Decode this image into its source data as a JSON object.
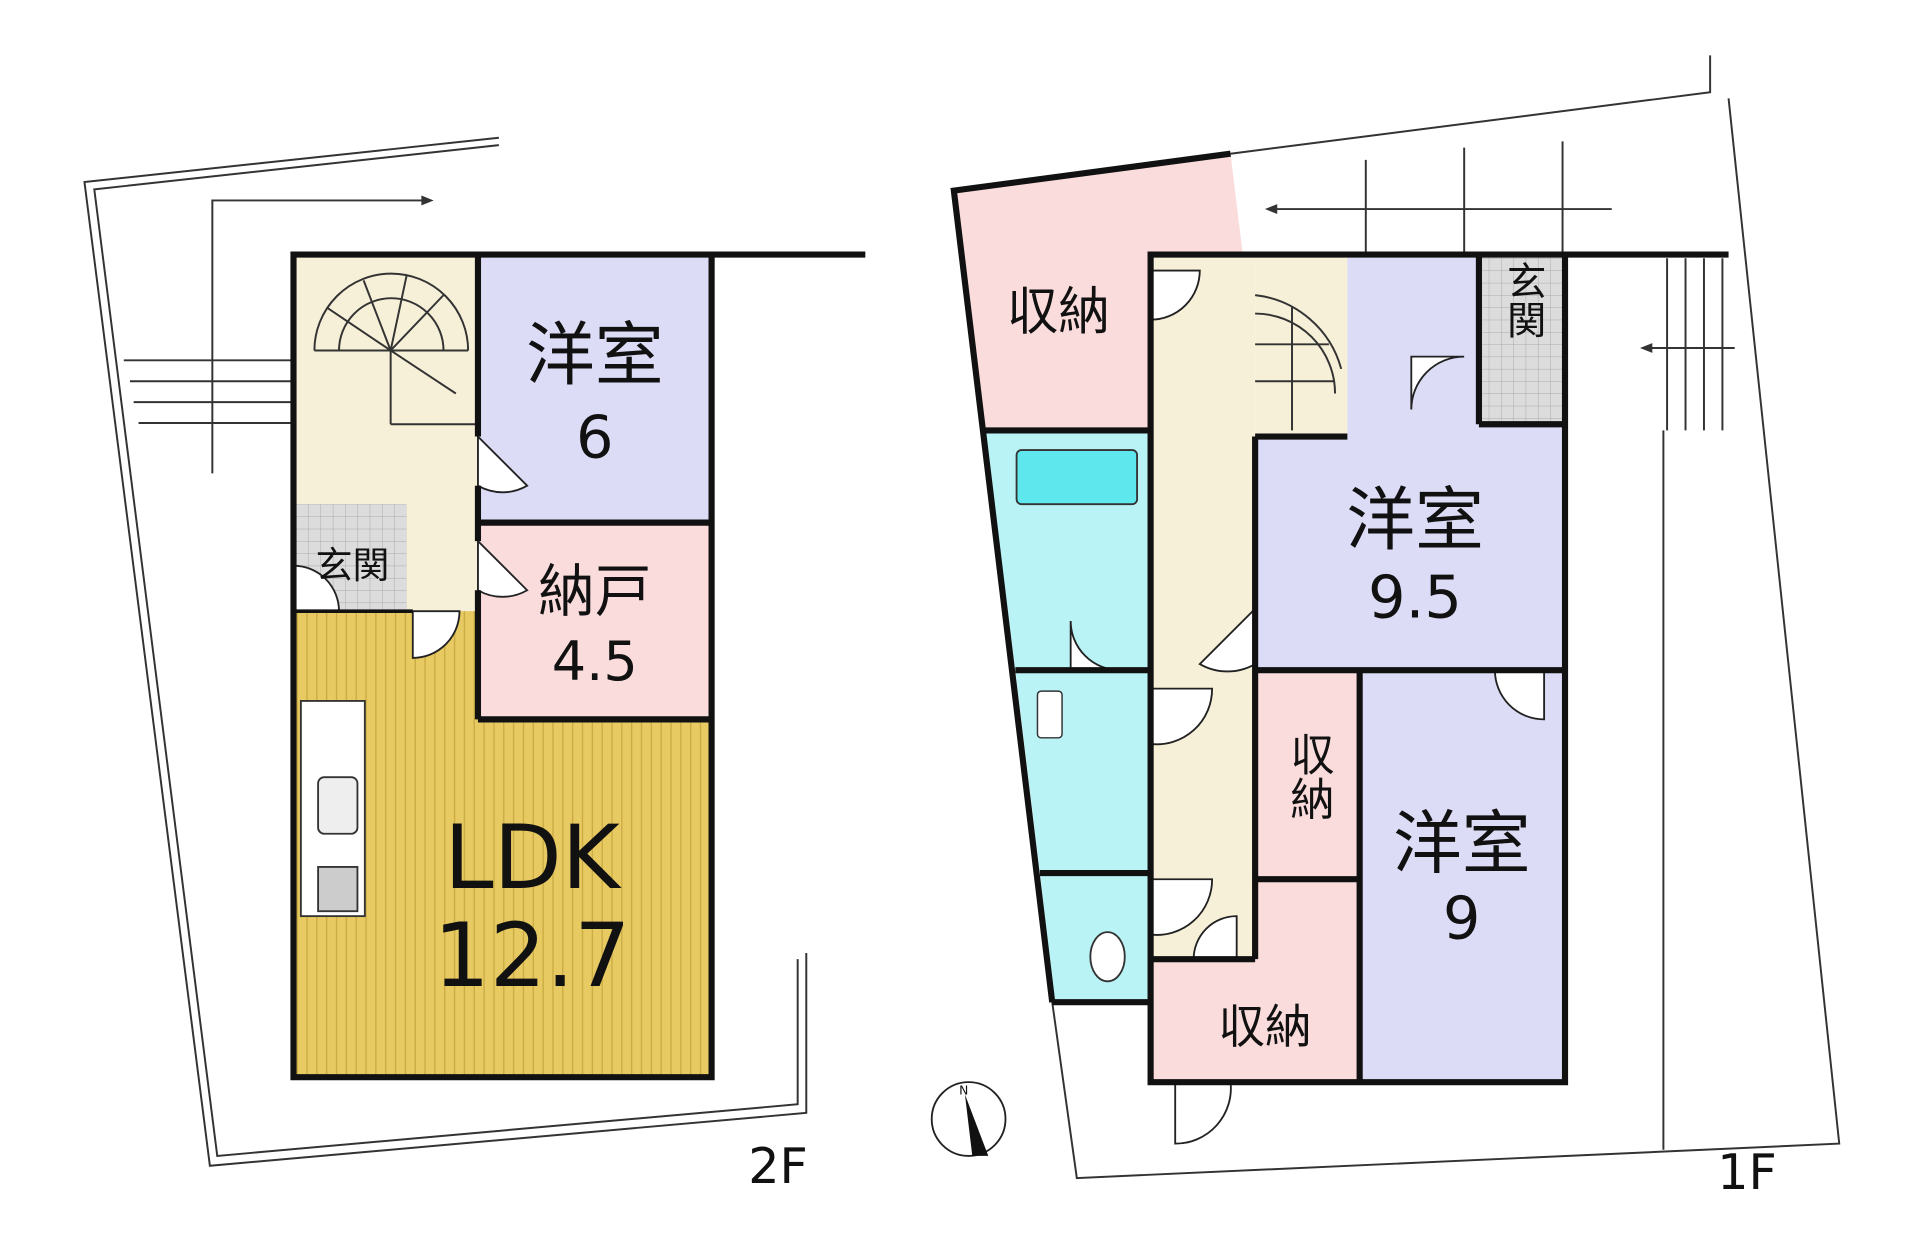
{
  "floor2": {
    "label": "2F",
    "rooms": {
      "western_room": {
        "name": "洋室",
        "size": "6"
      },
      "storeroom": {
        "name": "納戸",
        "size": "4.5"
      },
      "ldk": {
        "name": "LDK",
        "size": "12.7"
      },
      "entrance": {
        "name": "玄関"
      }
    }
  },
  "floor1": {
    "label": "1F",
    "rooms": {
      "storage_top": {
        "name": "収納"
      },
      "western_room_a": {
        "name": "洋室",
        "size": "9.5"
      },
      "western_room_b": {
        "name": "洋室",
        "size": "9"
      },
      "storage_mid": {
        "name": "収納"
      },
      "storage_bottom": {
        "name": "収納"
      },
      "entrance": {
        "name": "玄関"
      }
    }
  },
  "compass": {
    "north": "N"
  },
  "colors": {
    "western": "#dcdcf6",
    "storage": "#fbdcdc",
    "hall": "#f7f0d9",
    "ldk": "#e6c65c",
    "wet": "#b9f3f6",
    "entrance": "#d8d8d8"
  }
}
